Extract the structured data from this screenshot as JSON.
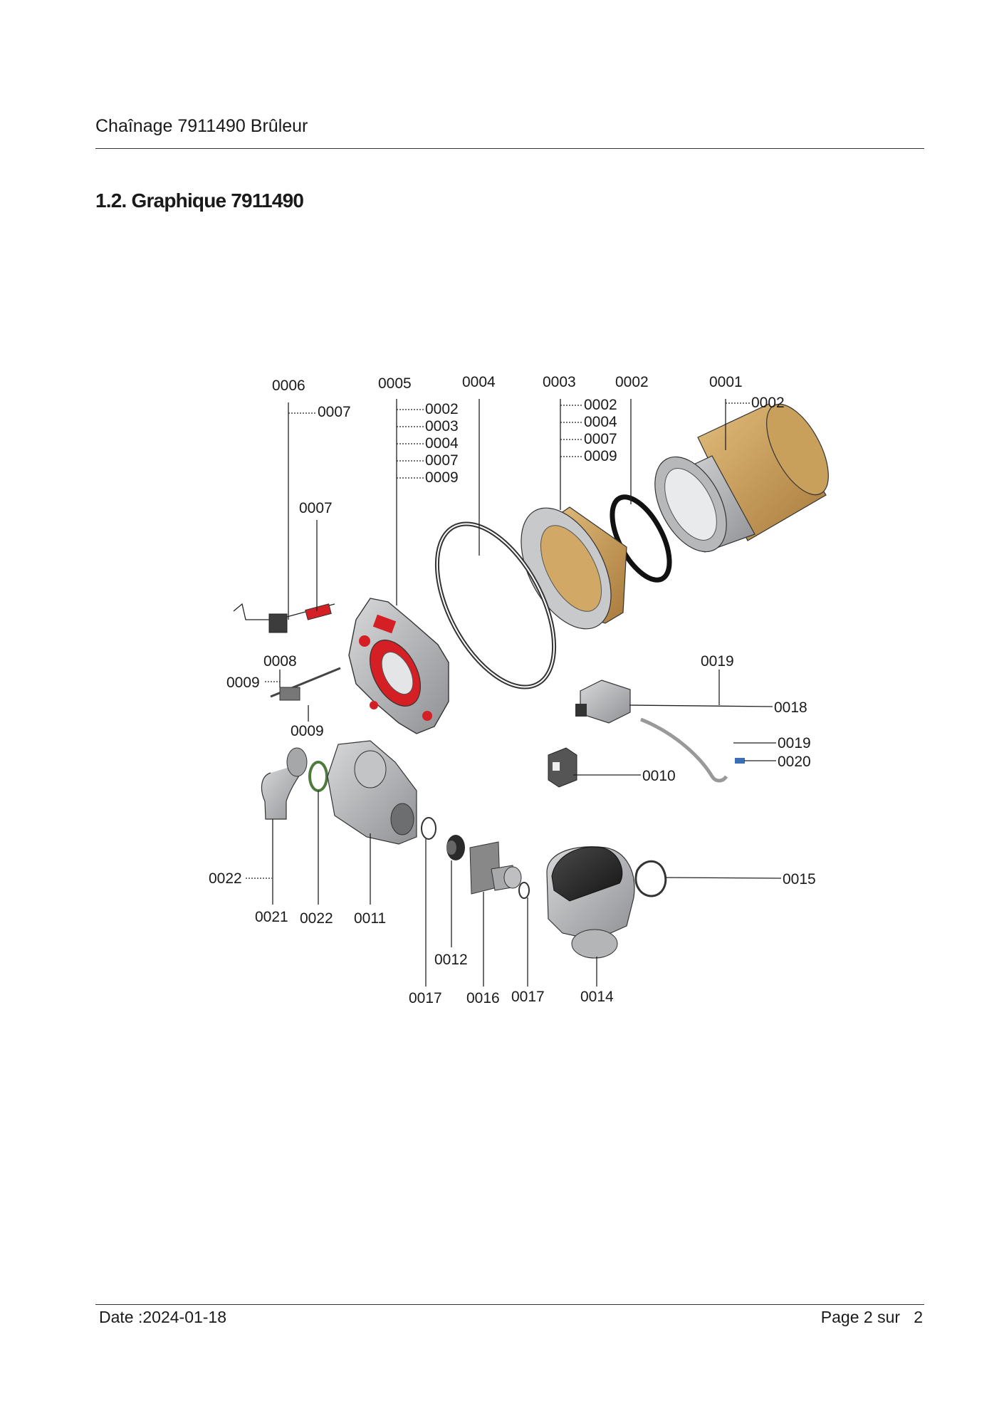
{
  "header": {
    "title": "Chaînage 7911490 Brûleur"
  },
  "section": {
    "title": "1.2. Graphique 7911490"
  },
  "diagram": {
    "labels": {
      "l0006": "0006",
      "l0006_sub": "0007",
      "l0005": "0005",
      "l0005_s1": "0002",
      "l0005_s2": "0003",
      "l0005_s3": "0004",
      "l0005_s4": "0007",
      "l0005_s5": "0009",
      "l0004": "0004",
      "l0003": "0003",
      "l0003_s1": "0002",
      "l0003_s2": "0004",
      "l0003_s3": "0007",
      "l0003_s4": "0009",
      "l0002": "0002",
      "l0001": "0001",
      "l0001_s1": "0002",
      "l0007": "0007",
      "l0008": "0008",
      "l0009a": "0009",
      "l0009b": "0009",
      "l0019a": "0019",
      "l0018": "0018",
      "l0019b": "0019",
      "l0020": "0020",
      "l0010": "0010",
      "l0022a": "0022",
      "l0021": "0021",
      "l0022b": "0022",
      "l0011": "0011",
      "l0012": "0012",
      "l0017a": "0017",
      "l0016": "0016",
      "l0017b": "0017",
      "l0014": "0014",
      "l0015": "0015"
    }
  },
  "footer": {
    "date": "Date :2024-01-18",
    "page": "Page 2 sur   2"
  },
  "colors": {
    "red": "#d42025",
    "brass": "#c79a55",
    "grey": "#a9abad",
    "dark": "#2a2a2a"
  }
}
